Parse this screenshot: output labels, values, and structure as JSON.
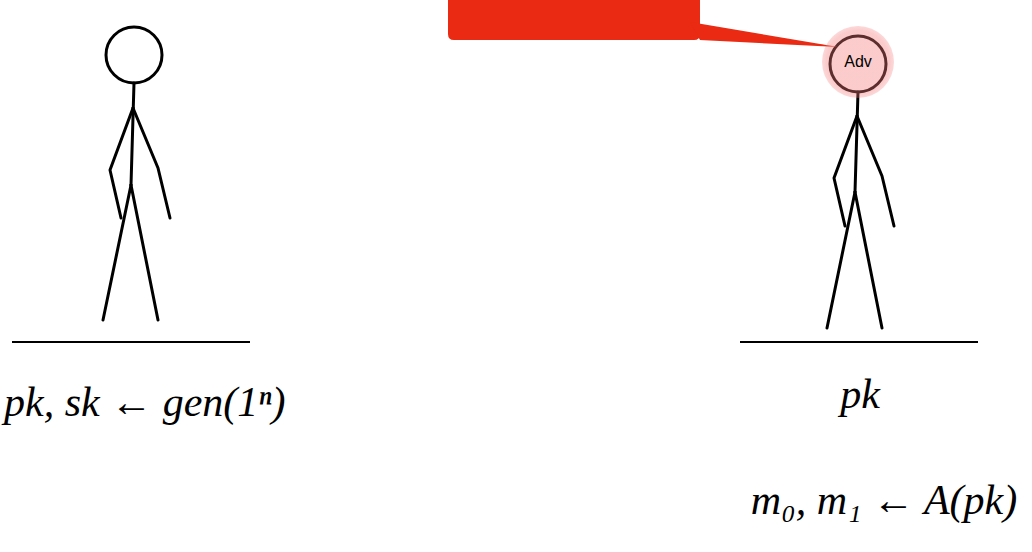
{
  "diagram": {
    "nodes": [
      {
        "text": [
          "Adv"
        ]
      }
    ],
    "labels": [
      "pk, sk ← gen(1ⁿ)",
      "pk",
      "m₀, m₁ ← A(pk)"
    ]
  }
}
